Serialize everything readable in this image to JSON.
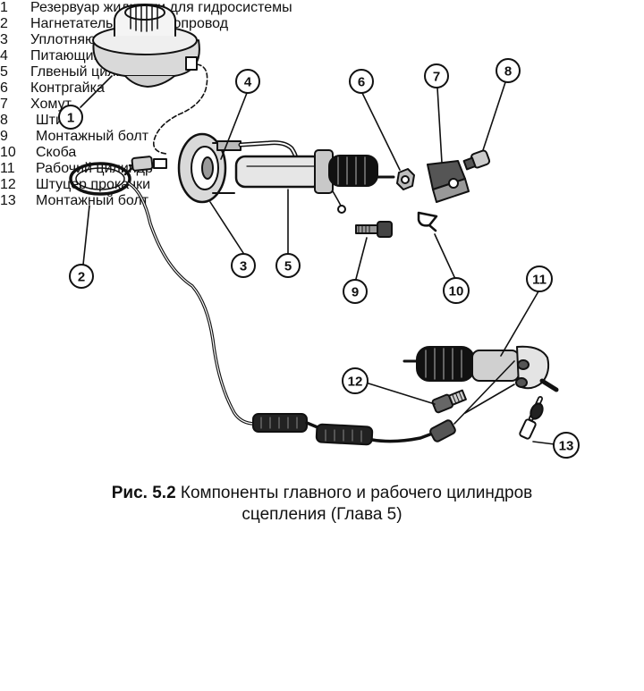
{
  "caption": {
    "fig_number": "Рис. 5.2",
    "line1": " Компоненты главного и рабочего цилиндров",
    "line2": "сцепления (Глава 5)"
  },
  "callouts": [
    "1",
    "2",
    "3",
    "4",
    "5",
    "6",
    "7",
    "8",
    "9",
    "10",
    "11",
    "12",
    "13"
  ],
  "legend_left": [
    {
      "num": "1",
      "text": "Резервуар жидкости для гидросистемы"
    },
    {
      "num": "2",
      "text": "Нагнетательный трубопровод"
    },
    {
      "num": "3",
      "text": "Уплотняющее кольцо"
    },
    {
      "num": "4",
      "text": "Питающий шланг"
    },
    {
      "num": "5",
      "text": "Глвеный цилиндр"
    },
    {
      "num": "6",
      "text": "Контргайка"
    },
    {
      "num": "7",
      "text": "Хомут"
    }
  ],
  "legend_right": [
    {
      "num": "8",
      "text": "Штифт"
    },
    {
      "num": "9",
      "text": "Монтажный болт"
    },
    {
      "num": "10",
      "text": "Скоба"
    },
    {
      "num": "11",
      "text": "Рабочий цилиндр"
    },
    {
      "num": "12",
      "text": "Штуцер прокачки"
    },
    {
      "num": "13",
      "text": "Монтажный болт"
    }
  ]
}
